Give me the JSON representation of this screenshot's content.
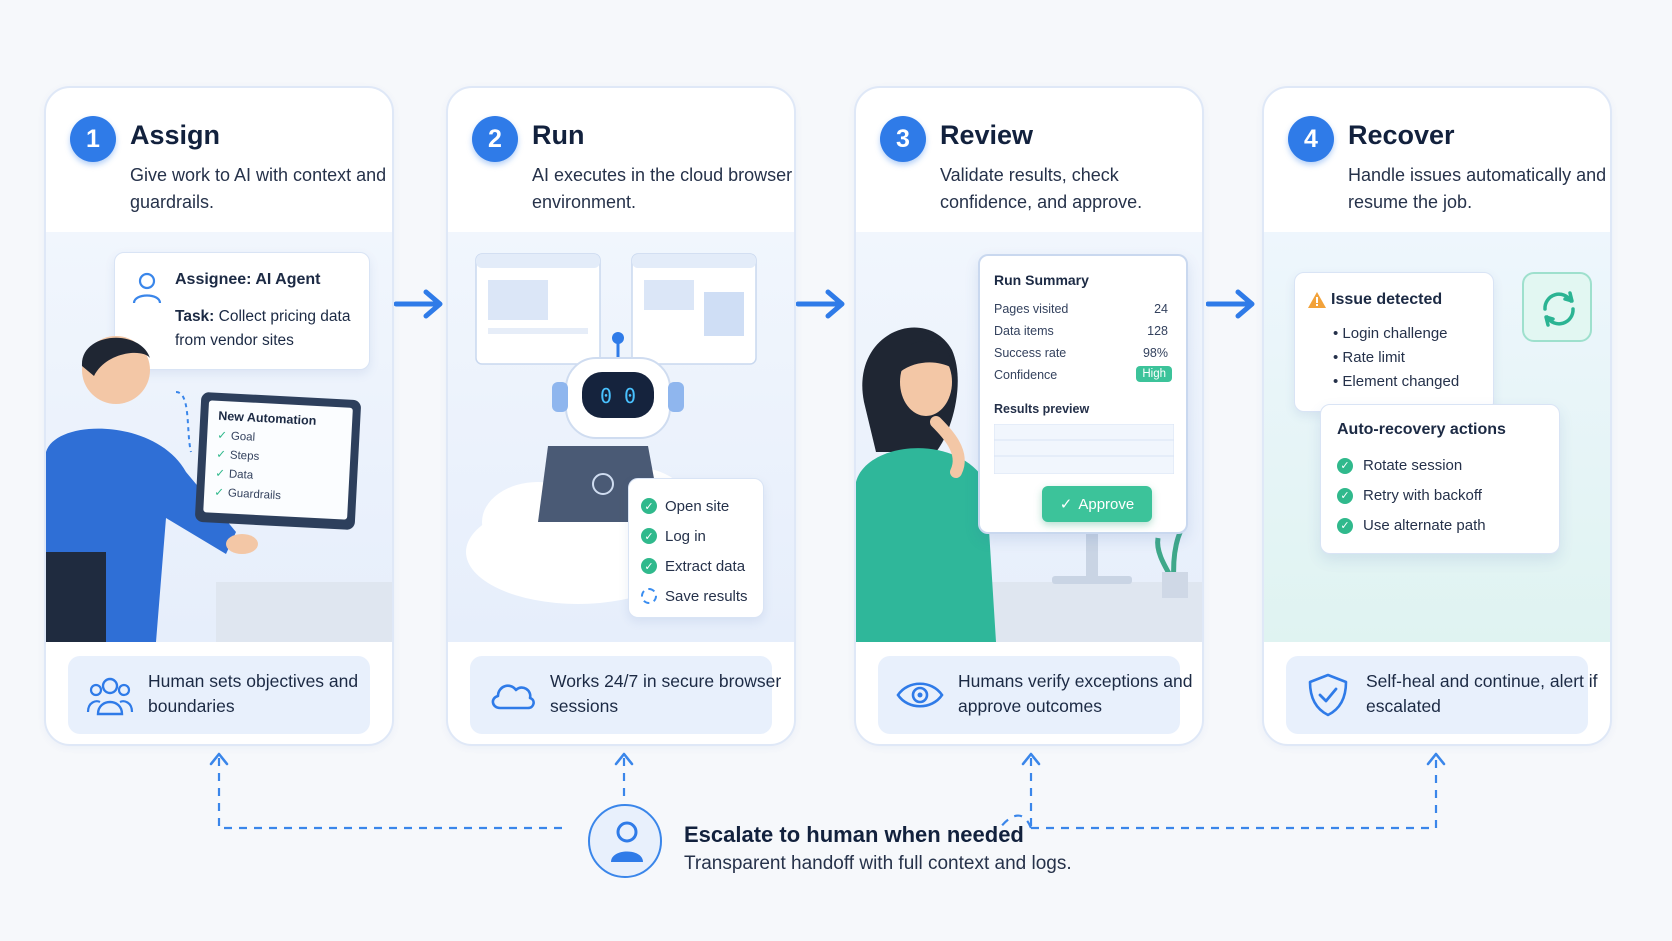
{
  "colors": {
    "accent": "#2f7be8",
    "success": "#30b98c",
    "warning": "#f2a23a",
    "card_border": "#dfe8f7",
    "footer_bg": "#e8f0fc"
  },
  "steps": [
    {
      "number": "1",
      "title": "Assign",
      "description": "Give work to AI with context and guardrails.",
      "footer": "Human sets objectives and boundaries",
      "footer_icon": "people-group-icon",
      "panel": {
        "assignee_label": "Assignee: AI Agent",
        "task_label": "Task:",
        "task_text": "Collect pricing data from vendor sites",
        "screen_title": "New Automation",
        "screen_items": [
          "Goal",
          "Steps",
          "Data",
          "Guardrails"
        ]
      }
    },
    {
      "number": "2",
      "title": "Run",
      "description": "AI executes in the cloud browser environment.",
      "footer": "Works 24/7 in secure browser sessions",
      "footer_icon": "cloud-icon",
      "panel": {
        "checklist": [
          "Open site",
          "Log in",
          "Extract data",
          "Save results"
        ]
      }
    },
    {
      "number": "3",
      "title": "Review",
      "description": "Validate results, check confidence, and approve.",
      "footer": "Humans verify exceptions and approve outcomes",
      "footer_icon": "eye-icon",
      "panel": {
        "summary_title": "Run Summary",
        "rows": [
          {
            "label": "Pages visited",
            "value": "24"
          },
          {
            "label": "Data items",
            "value": "128"
          },
          {
            "label": "Success rate",
            "value": "98%"
          },
          {
            "label": "Confidence",
            "value": "High"
          }
        ],
        "preview_label": "Results preview",
        "approve_label": "Approve"
      }
    },
    {
      "number": "4",
      "title": "Recover",
      "description": "Handle issues automatically and resume the job.",
      "footer": "Self-heal and continue, alert if escalated",
      "footer_icon": "shield-check-icon",
      "panel": {
        "issue_title": "Issue detected",
        "issues": [
          "Login challenge",
          "Rate limit",
          "Element changed"
        ],
        "recovery_title": "Auto-recovery actions",
        "actions": [
          "Rotate session",
          "Retry with backoff",
          "Use alternate path"
        ]
      }
    }
  ],
  "escalate": {
    "title": "Escalate to human when needed",
    "subtitle": "Transparent handoff with full context and logs.",
    "icon": "person-icon"
  }
}
